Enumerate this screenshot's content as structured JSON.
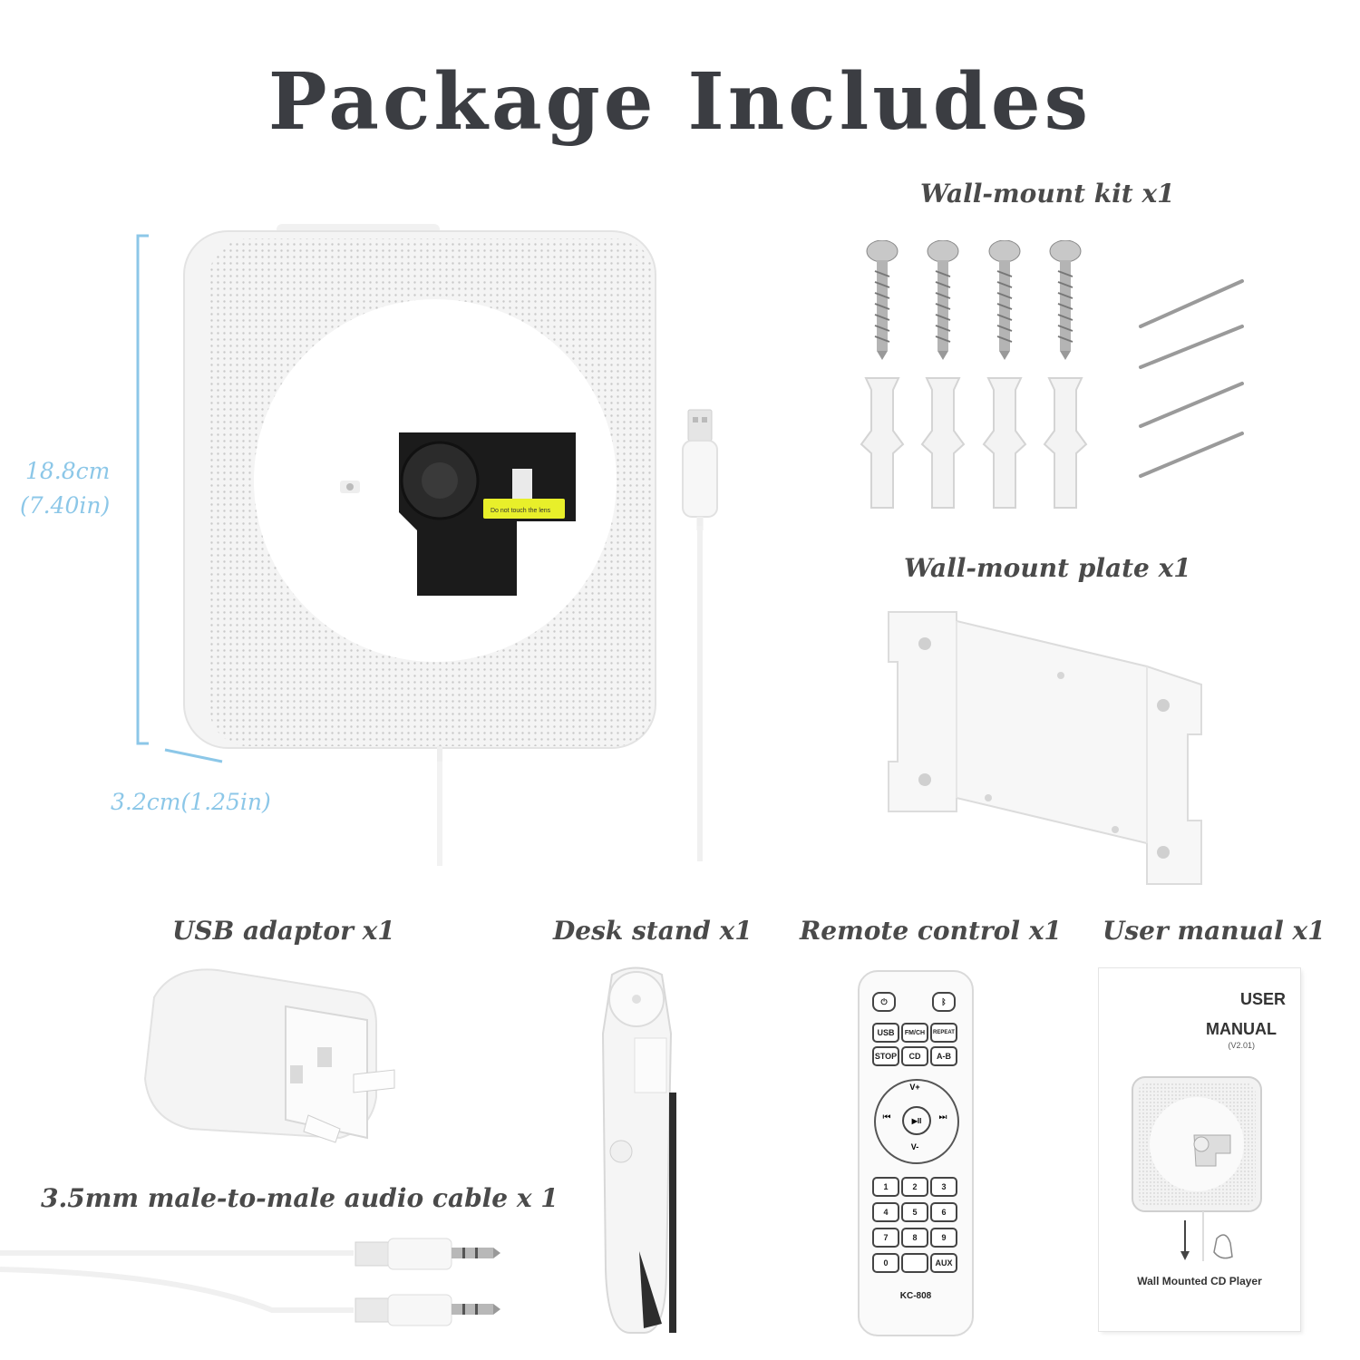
{
  "title": "Package Includes",
  "labels": {
    "wall_kit": "Wall-mount kit x1",
    "wall_plate": "Wall-mount plate x1",
    "usb_adaptor": "USB adaptor x1",
    "desk_stand": "Desk stand x1",
    "remote": "Remote control x1",
    "manual": "User manual x1",
    "audio_cable": "3.5mm male-to-male audio cable x 1"
  },
  "dimensions": {
    "height_cm": "18.8cm",
    "height_in": "(7.40in)",
    "depth": "3.2cm(1.25in)"
  },
  "device": {
    "sticker": "Do not touch the lens"
  },
  "remote_control": {
    "row1": [
      "USB",
      "FM/CH",
      "REPEAT"
    ],
    "row2": [
      "STOP",
      "CD",
      "A-B"
    ],
    "nav": {
      "up": "V+",
      "down": "V-",
      "left": "⏮",
      "center": "▶II",
      "right": "⏭"
    },
    "numpad": [
      "1",
      "2",
      "3",
      "4",
      "5",
      "6",
      "7",
      "8",
      "9",
      "0",
      "",
      "AUX"
    ],
    "model": "KC-808"
  },
  "user_manual": {
    "line1": "USER",
    "line2": "MANUAL",
    "version": "(V2.01)",
    "caption": "Wall Mounted CD Player"
  },
  "colors": {
    "title": "#3b3d42",
    "label": "#4a4a4a",
    "dimension": "#8cc7e8"
  }
}
